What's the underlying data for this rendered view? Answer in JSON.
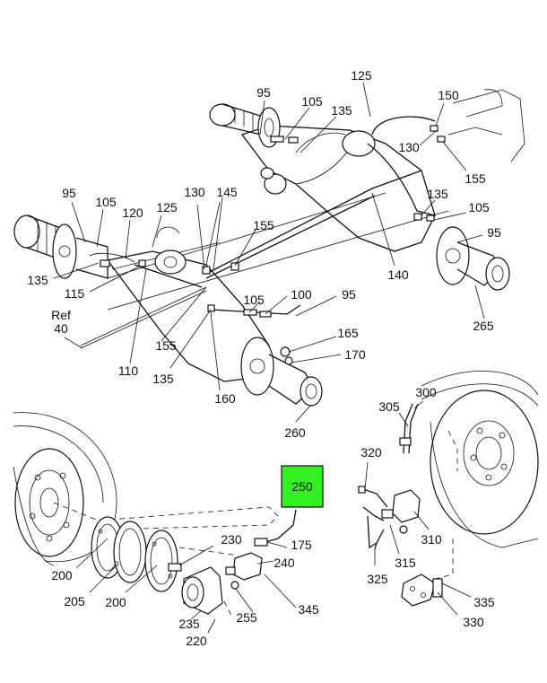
{
  "callouts": {
    "c95a": "95",
    "c105a": "105",
    "c135a": "135",
    "c125": "125",
    "c150": "150",
    "c130a": "130",
    "c155a": "155",
    "c95b": "95",
    "c105b": "105",
    "c120": "120",
    "c125b": "125",
    "c130b": "130",
    "c145": "145",
    "c155b": "155",
    "c135b": "135",
    "c105c": "105",
    "c95c": "95",
    "c135c": "135",
    "c115": "115",
    "c140": "140",
    "c265": "265",
    "c105d": "105",
    "c100": "100",
    "c95d": "95",
    "cref": "Ref",
    "c40": "40",
    "c155c": "155",
    "c110": "110",
    "c135d": "135",
    "c160": "160",
    "c165": "165",
    "c170": "170",
    "c260": "260",
    "c305": "305",
    "c300": "300",
    "c320": "320",
    "c310": "310",
    "c315": "315",
    "c325": "325",
    "c335": "335",
    "c330": "330",
    "c250": "250",
    "c230": "230",
    "c175": "175",
    "c240": "240",
    "c200a": "200",
    "c205": "205",
    "c200b": "200",
    "c235": "235",
    "c255": "255",
    "c345": "345",
    "c220": "220"
  },
  "highlight": {
    "part": "250",
    "color": "#33ee22"
  }
}
